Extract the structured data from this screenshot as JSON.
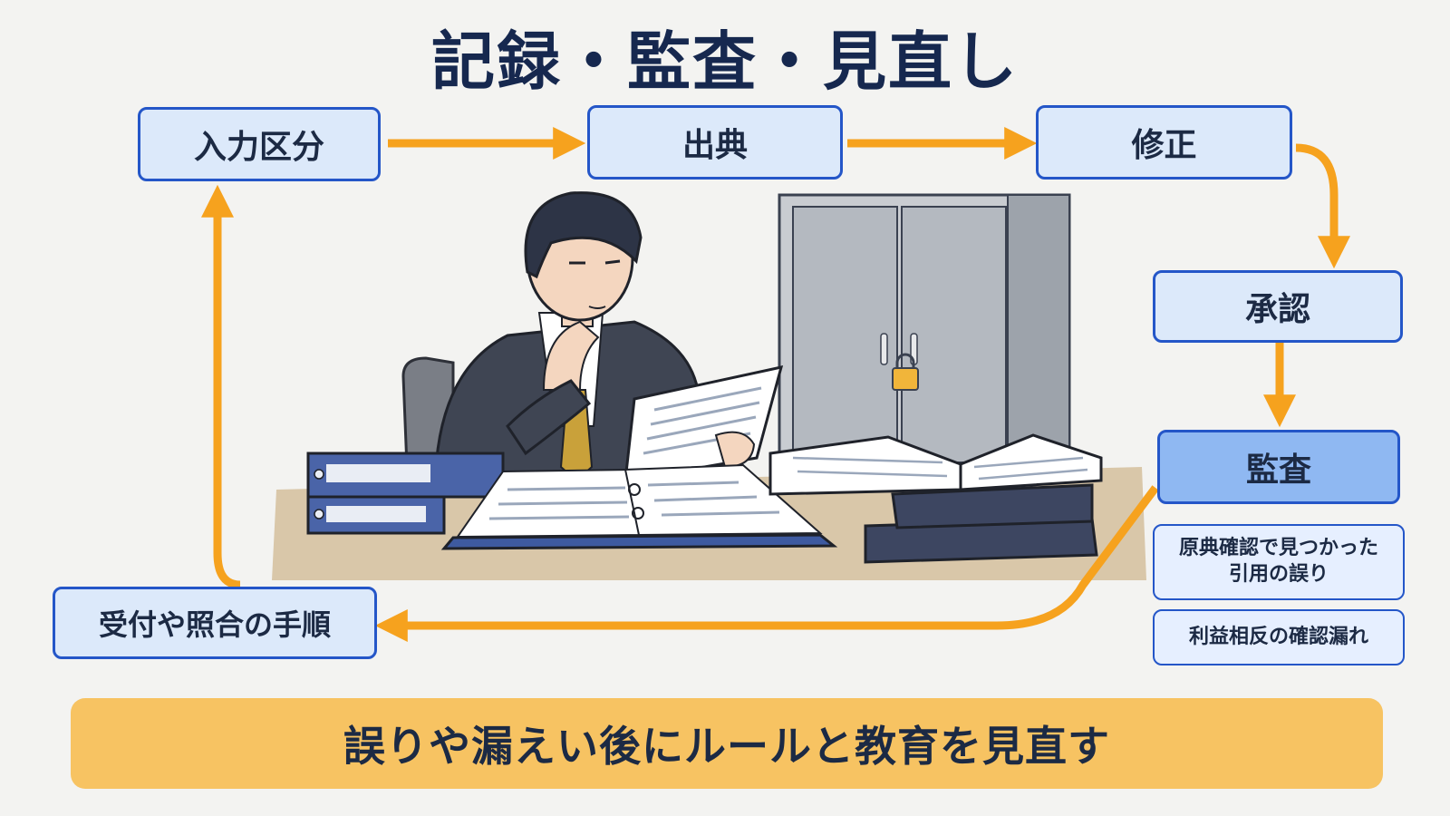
{
  "title": "記録・監査・見直し",
  "steps": {
    "input": "入力区分",
    "source": "出典",
    "correction": "修正",
    "approval": "承認",
    "audit": "監査",
    "procedure": "受付や照合の手順"
  },
  "findings": [
    "原典確認で見つかった\n引用の誤り",
    "利益相反の確認漏れ"
  ],
  "banner": "誤りや漏えい後にルールと教育を見直す",
  "colors": {
    "arrow": "#f6a21e",
    "box_border": "#2456c8",
    "box_fill": "#dce9fa",
    "audit_fill": "#8fb8f2",
    "banner_fill": "#f7c362",
    "title_text": "#16284f"
  },
  "icons": [
    "padlock-icon"
  ]
}
